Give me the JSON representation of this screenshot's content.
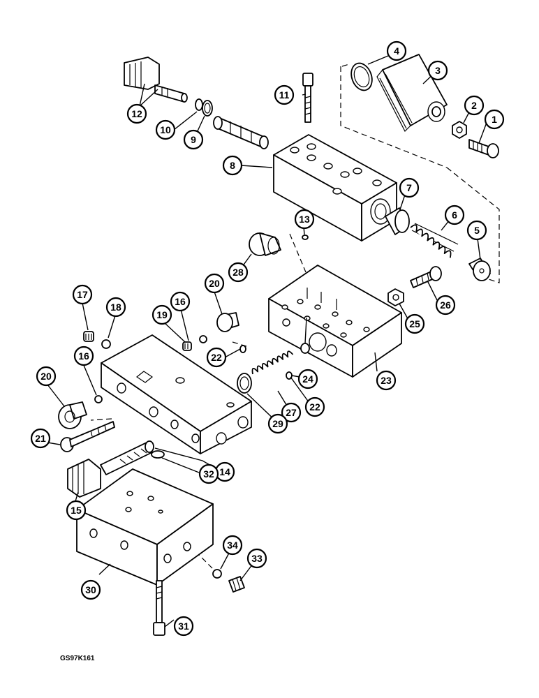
{
  "drawing_code": "GS97K161",
  "callouts": [
    "1",
    "2",
    "3",
    "4",
    "5",
    "6",
    "7",
    "8",
    "9",
    "10",
    "11",
    "12",
    "13",
    "14",
    "15",
    "16",
    "16",
    "17",
    "18",
    "19",
    "20",
    "20",
    "21",
    "22",
    "22",
    "23",
    "24",
    "25",
    "26",
    "27",
    "28",
    "29",
    "30",
    "31",
    "32",
    "33",
    "34"
  ]
}
